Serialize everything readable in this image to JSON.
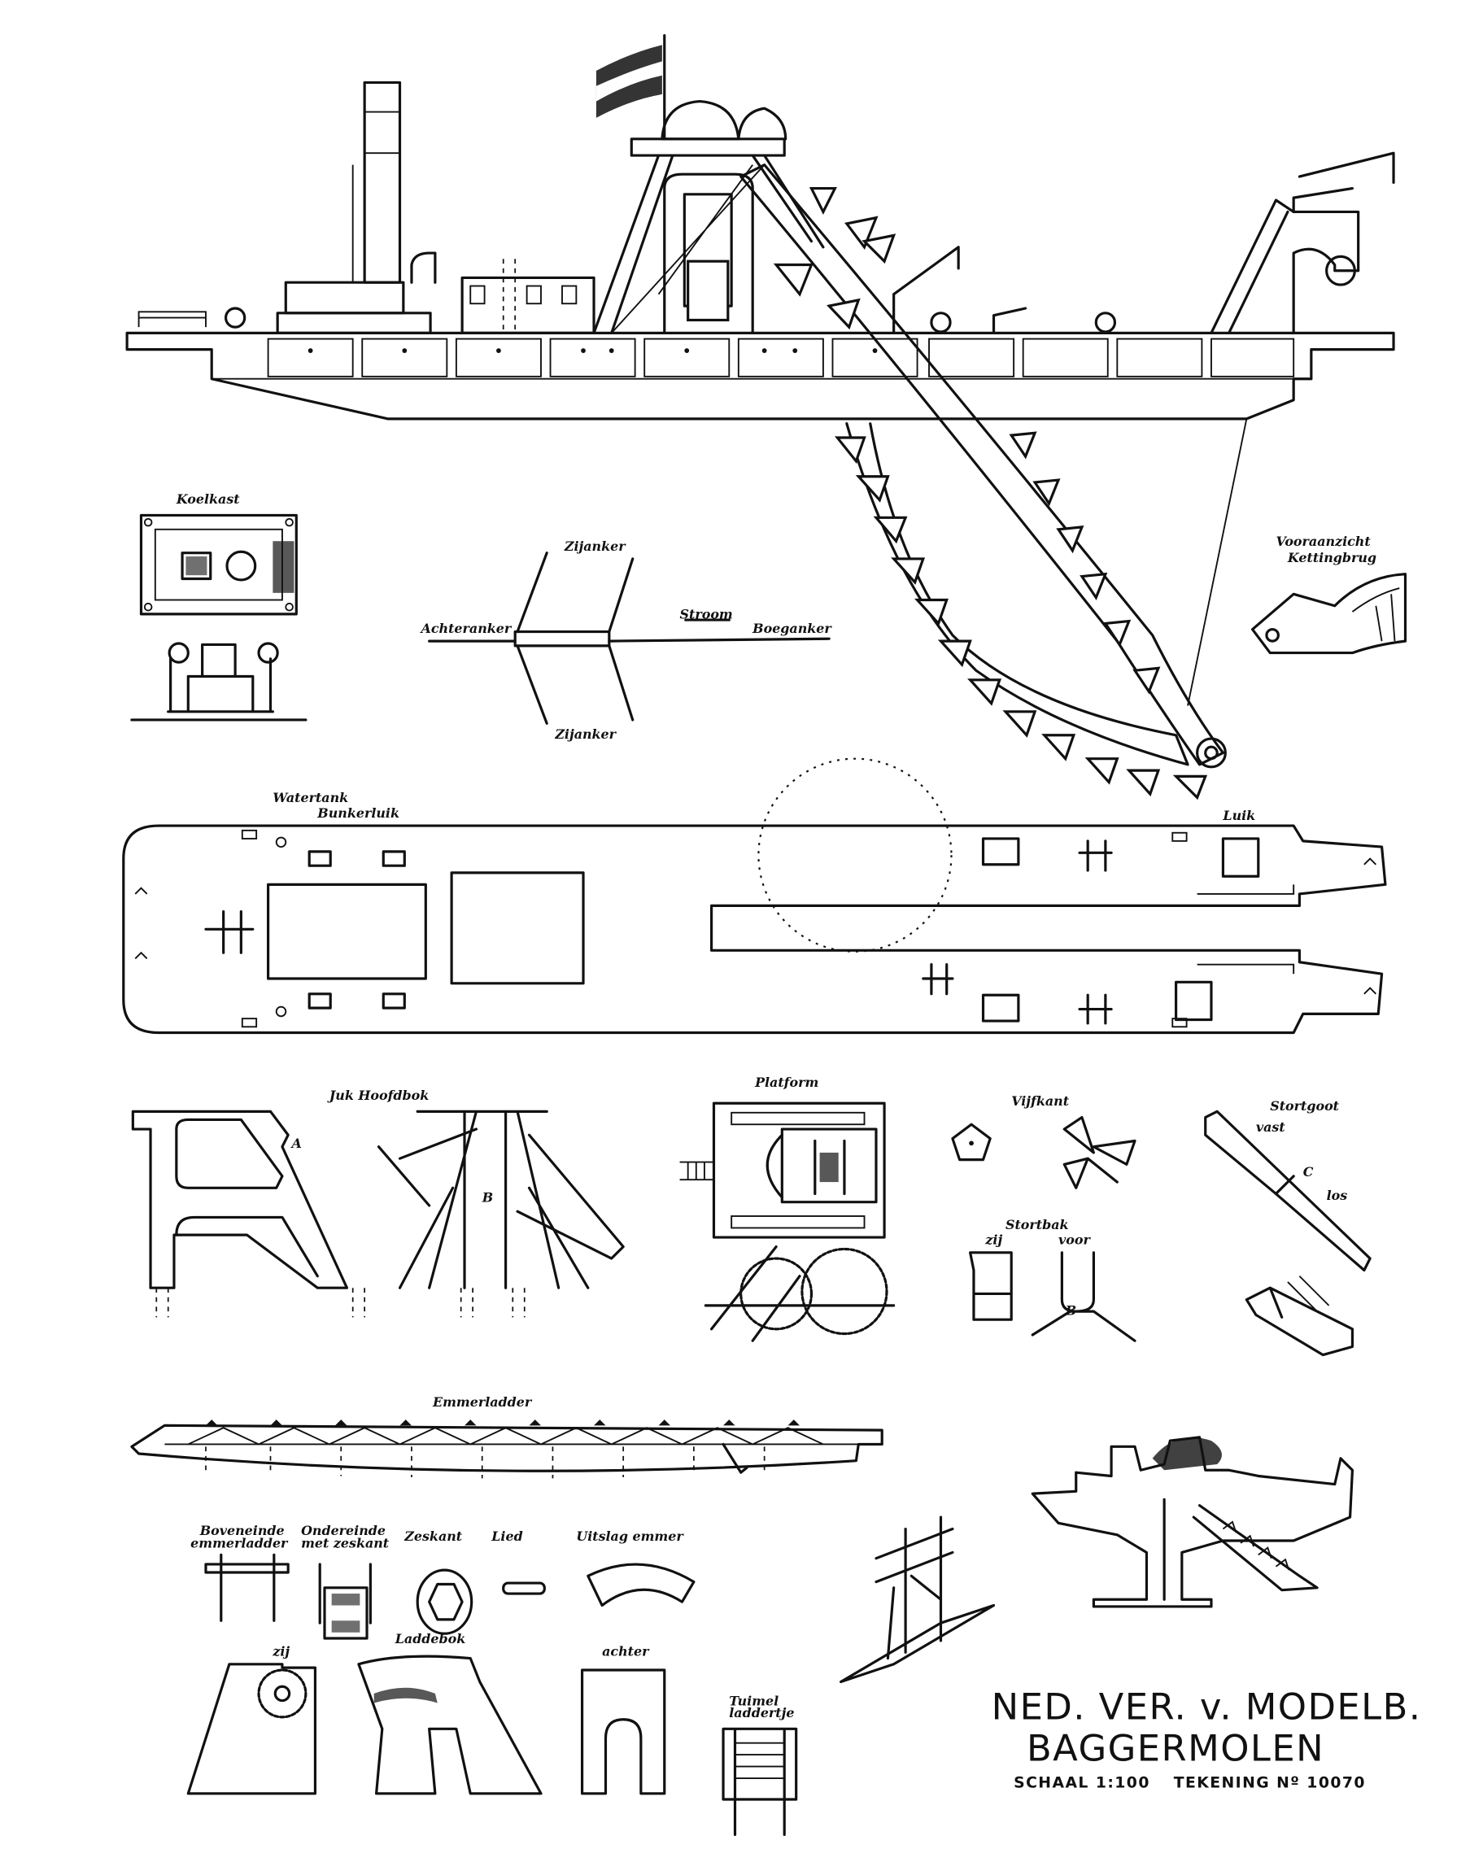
{
  "title_block": {
    "society": "NED. VER. v. MODELB.",
    "subject": "BAGGERMOLEN",
    "scale": "SCHAAL 1:100",
    "drawing_number": "TEKENING Nº 10070"
  },
  "labels": {
    "koelkast": "Koelkast",
    "zijanker_top": "Zijanker",
    "zijanker_bottom": "Zijanker",
    "achteranker": "Achteranker",
    "stroom": "Stroom",
    "boeganker": "Boeganker",
    "vooraanzicht_1": "Vooraanzicht",
    "vooraanzicht_2": "Kettingbrug",
    "watertank": "Watertank",
    "bunkerluik": "Bunkerluik",
    "luik": "Luik",
    "juk_hoofdbok": "Juk Hoofdbok",
    "mark_a": "A",
    "mark_b": "B",
    "platform": "Platform",
    "vijfkant": "Vijfkant",
    "stortbak": "Stortbak",
    "stortbak_zij": "zij",
    "stortbak_voor": "voor",
    "stortgoot": "Stortgoot",
    "vast": "vast",
    "los": "los",
    "mark_c": "C",
    "emmerladder": "Emmerladder",
    "boveneinde_1": "Boveneinde",
    "boveneinde_2": "emmerladder",
    "ondereinde_1": "Ondereinde",
    "ondereinde_2": "met zeskant",
    "zeskant": "Zeskant",
    "lied": "Lied",
    "uitslag_emmer": "Uitslag emmer",
    "laddebok": "Laddebok",
    "laddebok_zij": "zij",
    "laddebok_achter": "achter",
    "tuimel_1": "Tuimel",
    "tuimel_2": "laddertje"
  }
}
